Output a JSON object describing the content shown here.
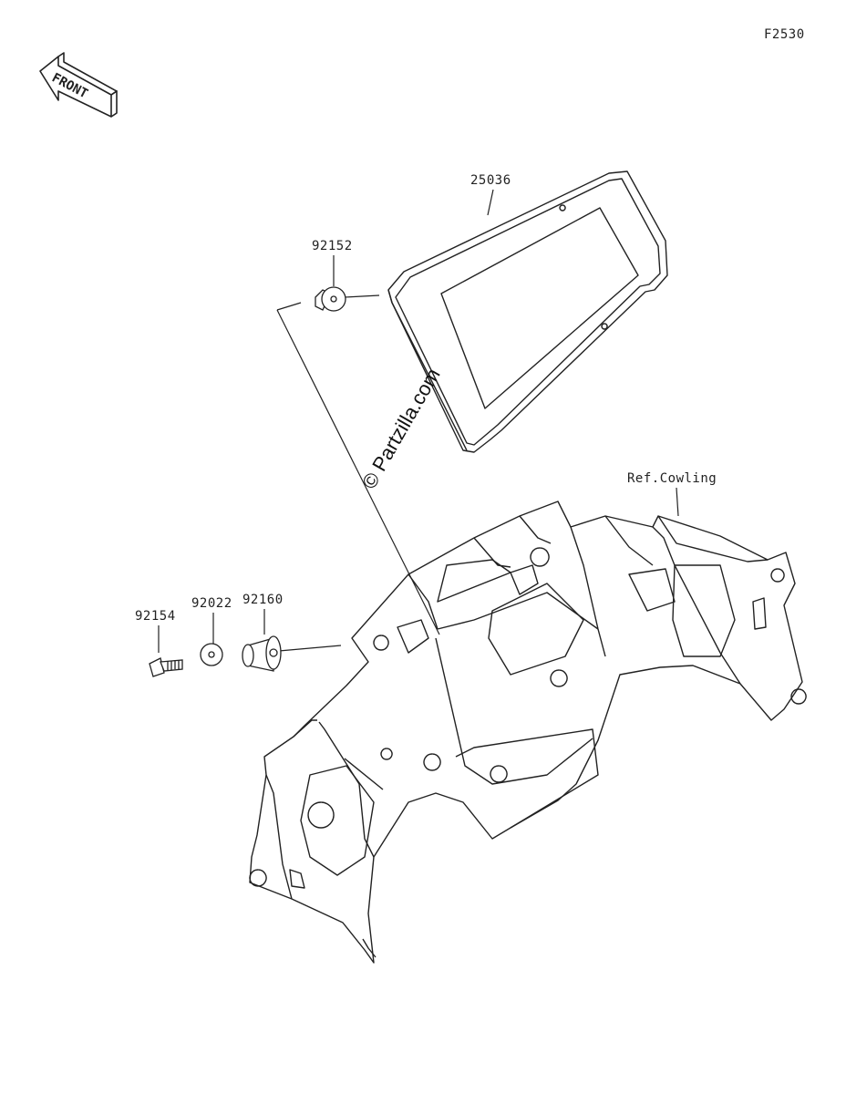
{
  "figure_code": "F2530",
  "front_marker": "FRONT",
  "watermark": "© Partzilla.com",
  "parts": {
    "meter": "25036",
    "damper_top": "92152",
    "bolt": "92154",
    "washer": "92022",
    "damper_bottom": "92160",
    "cowling_ref": "Ref.Cowling"
  }
}
